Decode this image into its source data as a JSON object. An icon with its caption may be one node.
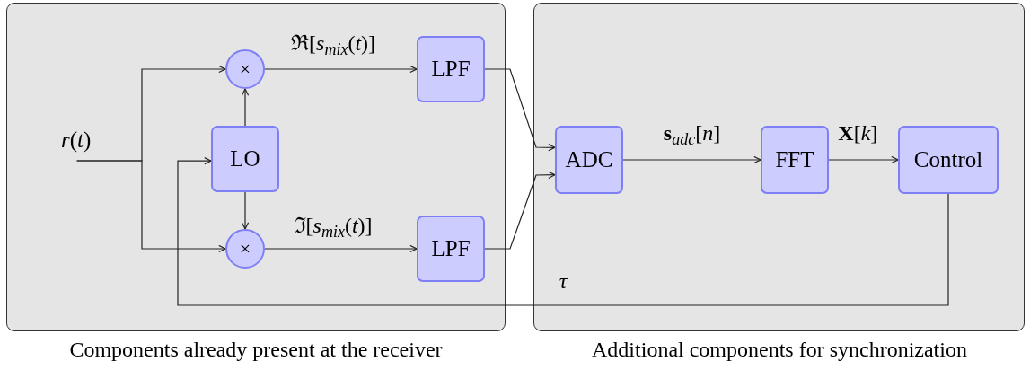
{
  "diagram": {
    "nodes": [
      {
        "text": [],
        "shape": "box"
      },
      {
        "text": [],
        "shape": "box"
      },
      {
        "text": [
          "*r*(*t*)"
        ],
        "in": 0
      },
      {
        "text": [
          "×"
        ],
        "in": 0
      },
      {
        "text": [
          "LO"
        ],
        "in": 0
      },
      {
        "text": [
          "×"
        ],
        "in": 0
      },
      {
        "text": [
          "LPF"
        ],
        "in": 0
      },
      {
        "text": [
          "LPF"
        ],
        "in": 0
      },
      {
        "text": [
          "ADC"
        ],
        "in": 1
      },
      {
        "text": [
          "FFT"
        ],
        "in": 1
      },
      {
        "text": [
          "Control"
        ],
        "in": 1
      }
    ],
    "edges": [
      {
        "from": 2,
        "to": 3,
        "arrow": "to"
      },
      {
        "from": 2,
        "to": 5,
        "arrow": "to"
      },
      {
        "from": 4,
        "to": 3,
        "arrow": "to"
      },
      {
        "from": 4,
        "to": 5,
        "arrow": "to"
      },
      {
        "from": 3,
        "to": 6,
        "arrow": "to",
        "label": "ℜ[*s*$_{mix}$(*t*)]"
      },
      {
        "from": 5,
        "to": 7,
        "arrow": "to",
        "label": "ℑ[*s*$_{mix}$(*t*)]"
      },
      {
        "from": 6,
        "to": 8,
        "arrow": "to"
      },
      {
        "from": 7,
        "to": 8,
        "arrow": "to"
      },
      {
        "from": 8,
        "to": 9,
        "arrow": "to",
        "label": "**s**$_{adc}$[*n*]"
      },
      {
        "from": 9,
        "to": 10,
        "arrow": "to",
        "label": "**X**[*k*]"
      },
      {
        "from": 10,
        "to": 4,
        "arrow": "to",
        "label": "*τ*"
      }
    ],
    "labels": [
      "Components already present at the receiver",
      "Additional components for synchronization"
    ]
  }
}
